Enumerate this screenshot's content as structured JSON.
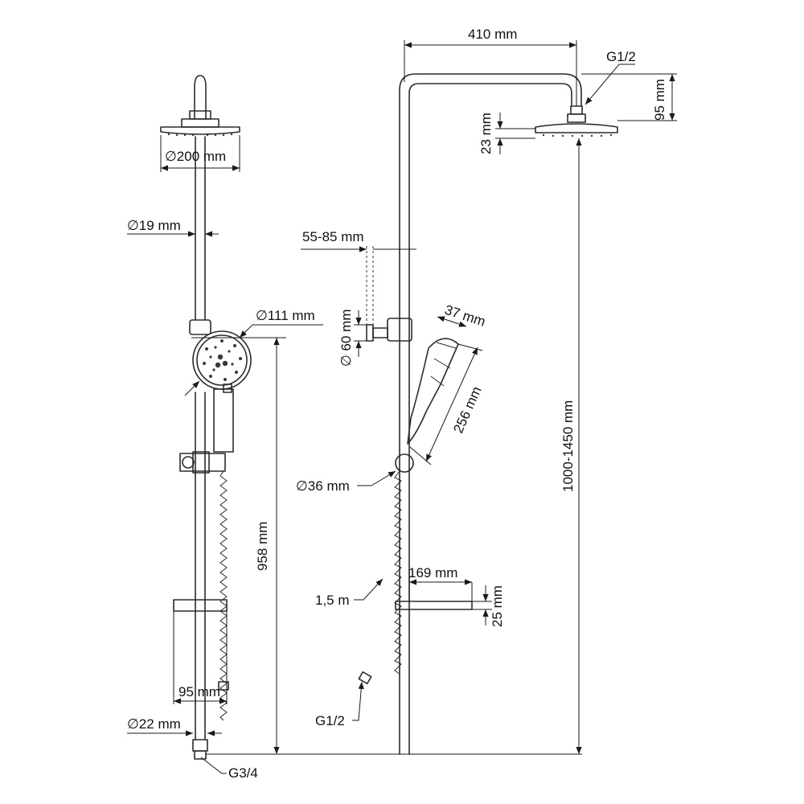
{
  "labels": {
    "head_diameter": "∅200 mm",
    "rod_diameter": "∅19 mm",
    "handshower_diameter": "∅111 mm",
    "height_958": "958 mm",
    "shelf_width_95": "95 mm",
    "base_diameter": "∅22 mm",
    "inlet_g34": "G3/4",
    "arm_reach": "410 mm",
    "head_inlet_g12": "G1/2",
    "arm_drop": "95 mm",
    "head_thickness": "23 mm",
    "wall_distance": "55-85 mm",
    "bracket_diameter": "∅ 60 mm",
    "handshower_width": "37 mm",
    "handshower_length": "256 mm",
    "diverter_diameter": "∅36 mm",
    "total_height": "1000-1450 mm",
    "hose_length": "1,5 m",
    "hose_inlet_g12": "G1/2",
    "shelf_length": "169 mm",
    "shelf_height": "25 mm"
  }
}
